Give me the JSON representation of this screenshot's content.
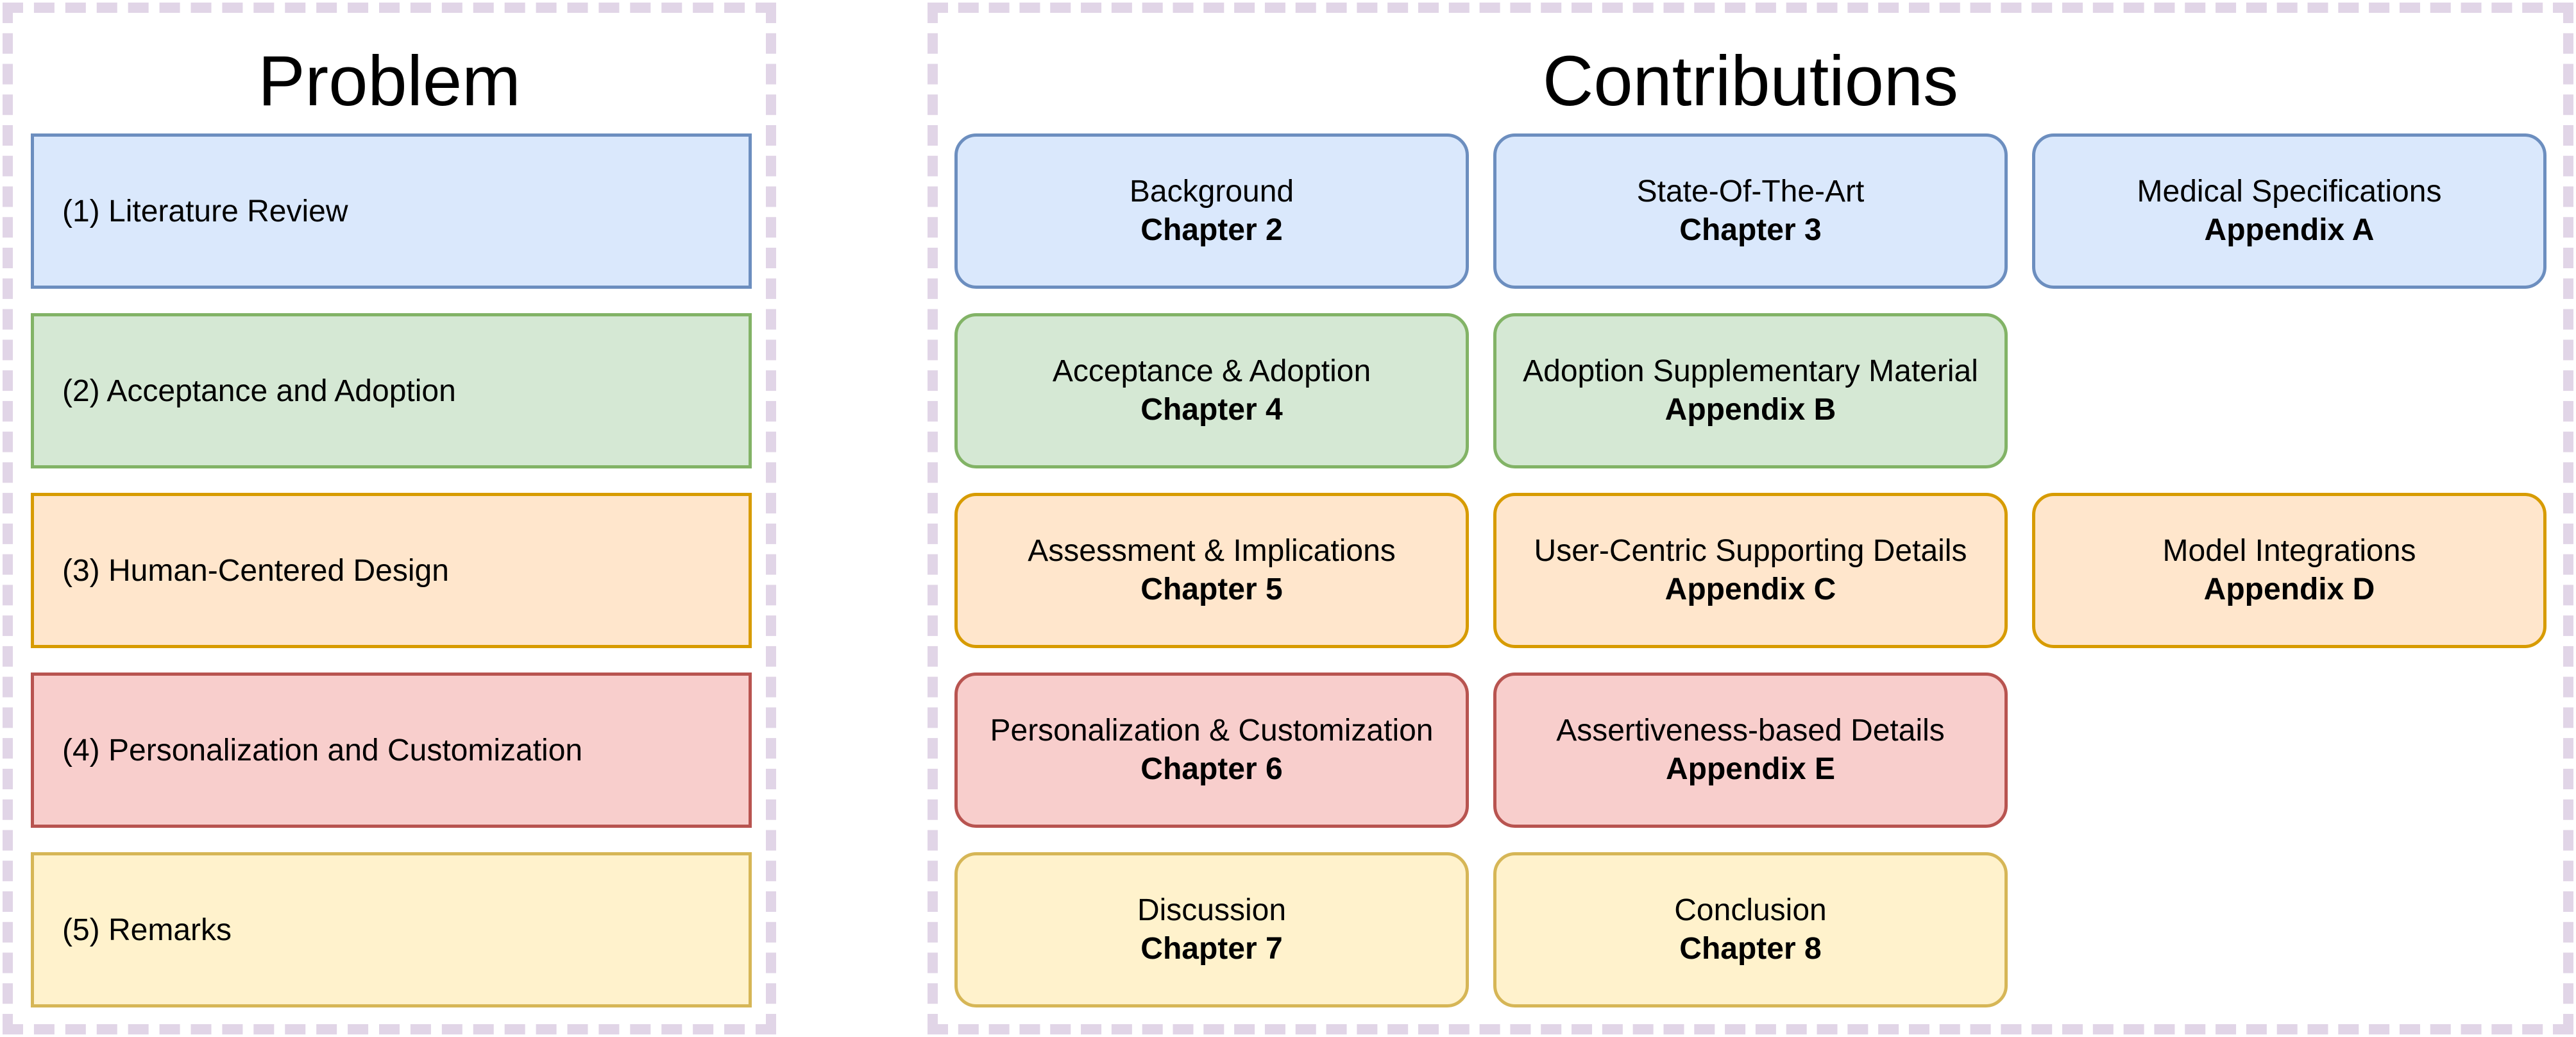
{
  "problem": {
    "title": "Problem",
    "items": [
      {
        "label": "(1) Literature Review"
      },
      {
        "label": "(2) Acceptance and Adoption"
      },
      {
        "label": "(3) Human-Centered Design"
      },
      {
        "label": "(4) Personalization and Customization"
      },
      {
        "label": "(5) Remarks"
      }
    ]
  },
  "contributions": {
    "title": "Contributions",
    "boxes": [
      {
        "name": "Background",
        "ref": "Chapter 2"
      },
      {
        "name": "State-Of-The-Art",
        "ref": "Chapter 3"
      },
      {
        "name": "Medical Specifications",
        "ref": "Appendix A"
      },
      {
        "name": "Acceptance & Adoption",
        "ref": "Chapter 4"
      },
      {
        "name": "Adoption Supplementary Material",
        "ref": "Appendix B"
      },
      {
        "name": "Assessment & Implications",
        "ref": "Chapter 5"
      },
      {
        "name": "User-Centric Supporting Details",
        "ref": "Appendix C"
      },
      {
        "name": "Model Integrations",
        "ref": "Appendix D"
      },
      {
        "name": "Personalization & Customization",
        "ref": "Chapter 6"
      },
      {
        "name": "Assertiveness-based Details",
        "ref": "Appendix E"
      },
      {
        "name": "Discussion",
        "ref": "Chapter 7"
      },
      {
        "name": "Conclusion",
        "ref": "Chapter 8"
      }
    ]
  },
  "colors": {
    "blue": {
      "fill": "#dae8fc",
      "stroke": "#6c8ebf"
    },
    "green": {
      "fill": "#d5e8d4",
      "stroke": "#82b366"
    },
    "orange": {
      "fill": "#ffe6cc",
      "stroke": "#d79b00"
    },
    "red": {
      "fill": "#f8cecc",
      "stroke": "#b85450"
    },
    "yellow": {
      "fill": "#fff2cc",
      "stroke": "#d6b656"
    },
    "frame_dash": "#e1d5e7"
  }
}
